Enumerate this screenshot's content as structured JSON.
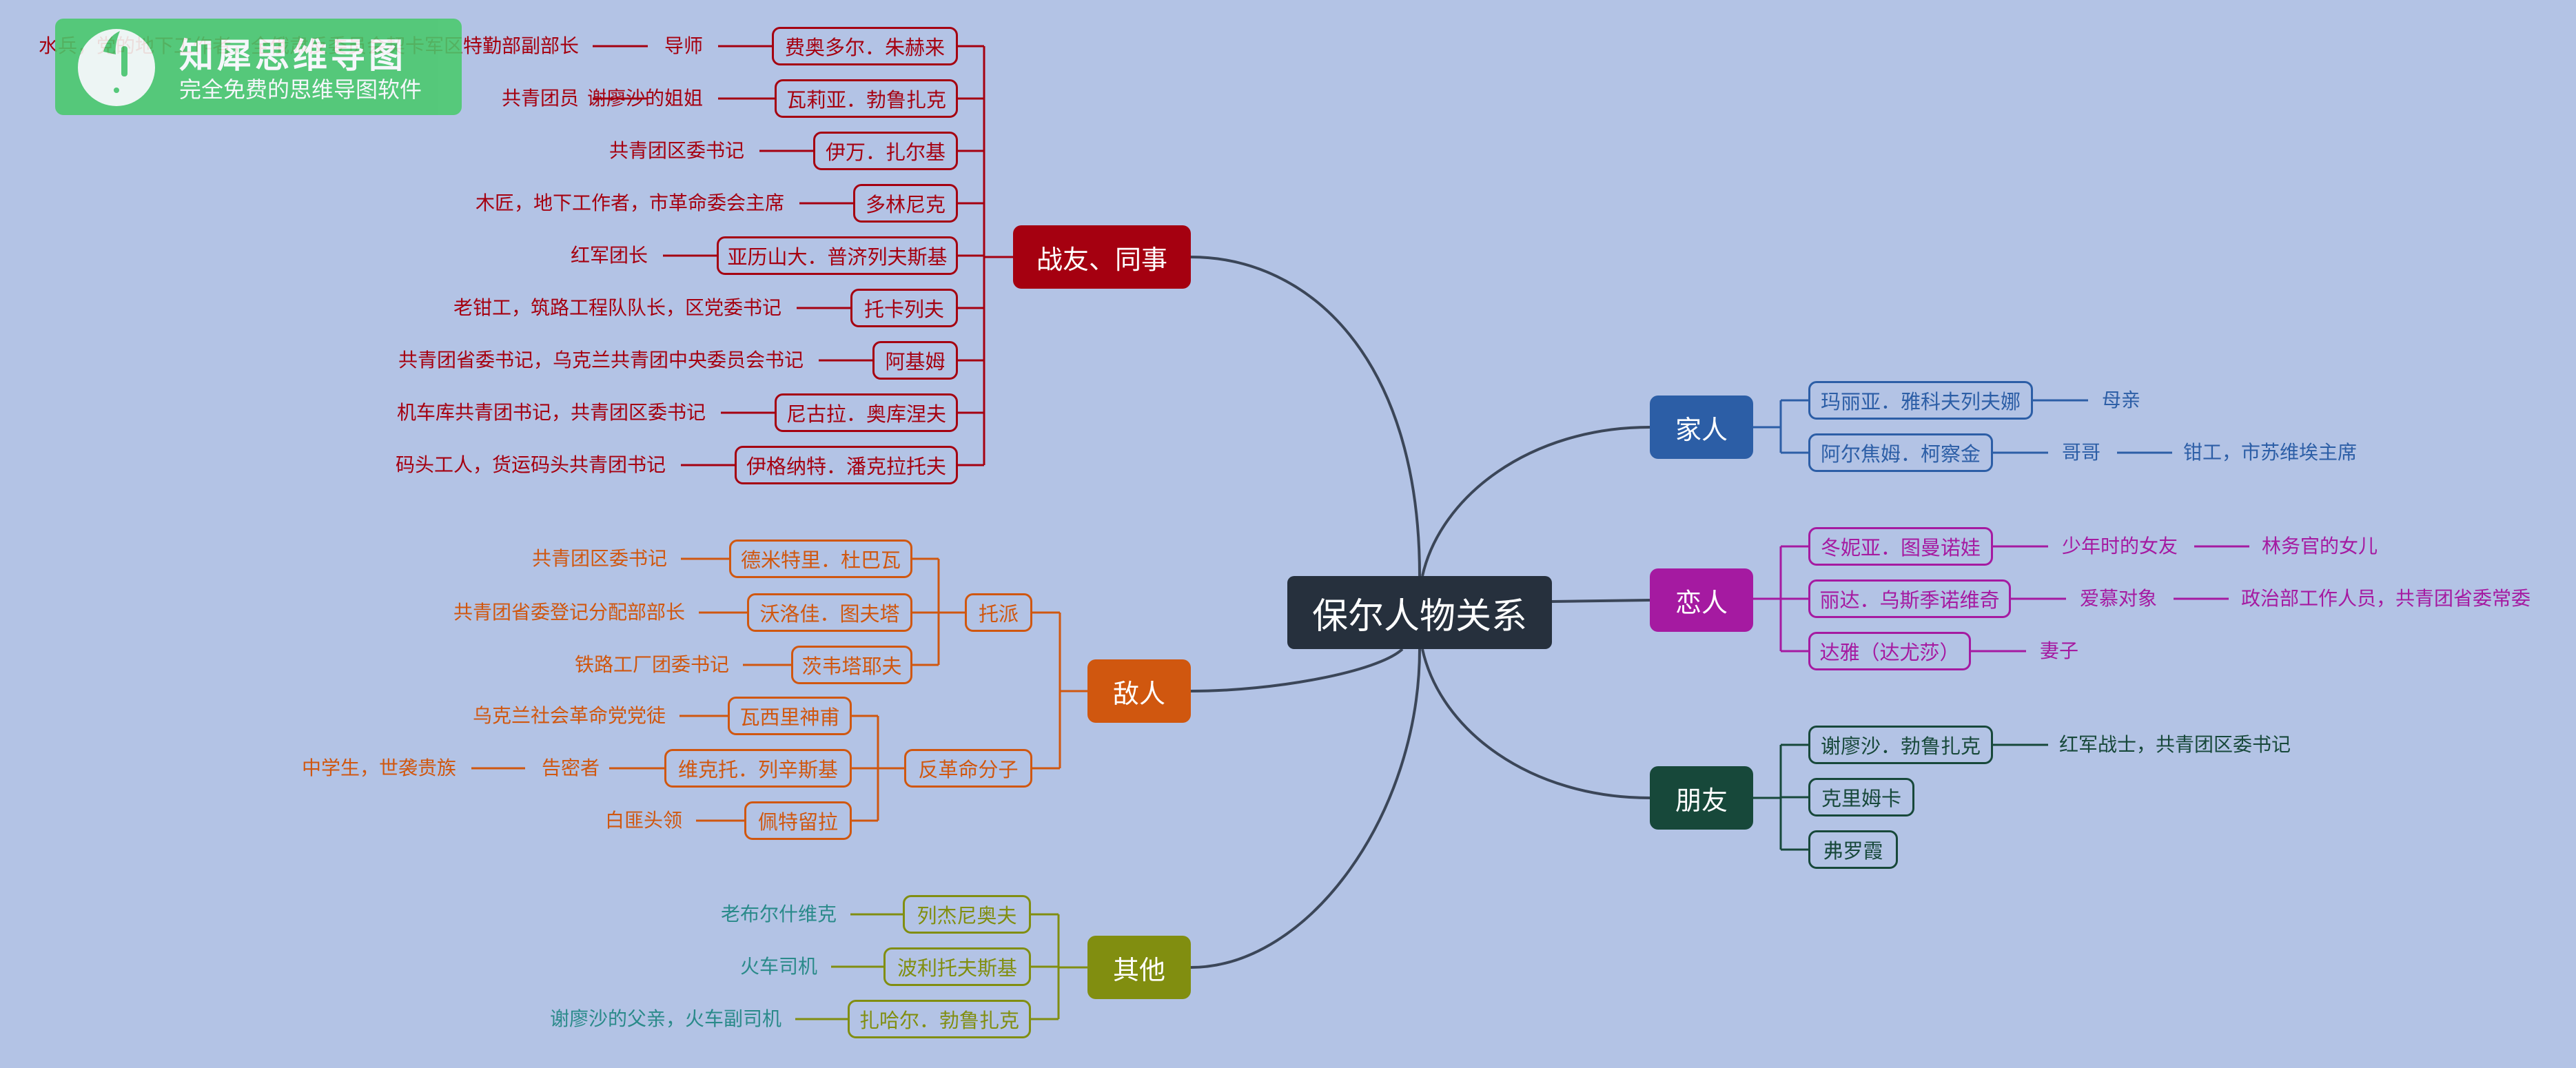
{
  "watermark": {
    "title": "知犀思维导图",
    "subtitle": "完全免费的思维导图软件"
  },
  "root": {
    "label": "保尔人物关系"
  },
  "colors": {
    "root_bg": "#26303d",
    "line": "#3b4658",
    "comrades": "#a50010",
    "enemies": "#d0570f",
    "others": "#818e10",
    "others_text": "#2a8a8a",
    "family": "#2c5ea6",
    "lovers": "#a51aa1",
    "friends": "#17483a"
  },
  "branches": {
    "comrades": {
      "label": "战友、同事",
      "items": [
        {
          "name": "费奥多尔．朱赫来",
          "role": "导师",
          "desc": "水兵，党的地下工作者，全俄肃反委员会契卡军区特勤部副部长"
        },
        {
          "name": "瓦莉亚．勃鲁扎克",
          "role": "谢廖沙的姐姐",
          "desc": "共青团员"
        },
        {
          "name": "伊万．扎尔基",
          "desc": "共青团区委书记"
        },
        {
          "name": "多林尼克",
          "desc": "木匠，地下工作者，市革命委会主席"
        },
        {
          "name": "亚历山大．普济列夫斯基",
          "desc": "红军团长"
        },
        {
          "name": "托卡列夫",
          "desc": "老钳工，筑路工程队队长，区党委书记"
        },
        {
          "name": "阿基姆",
          "desc": "共青团省委书记，乌克兰共青团中央委员会书记"
        },
        {
          "name": "尼古拉．奥库涅夫",
          "desc": "机车库共青团书记，共青团区委书记"
        },
        {
          "name": "伊格纳特．潘克拉托夫",
          "desc": "码头工人，货运码头共青团书记"
        }
      ]
    },
    "enemies": {
      "label": "敌人",
      "groups": [
        {
          "label": "托派",
          "items": [
            {
              "name": "德米特里．杜巴瓦",
              "desc": "共青团区委书记"
            },
            {
              "name": "沃洛佳．图夫塔",
              "desc": "共青团省委登记分配部部长"
            },
            {
              "name": "茨韦塔耶夫",
              "desc": "铁路工厂团委书记"
            }
          ]
        },
        {
          "label": "反革命分子",
          "items": [
            {
              "name": "瓦西里神甫",
              "desc": "乌克兰社会革命党党徒"
            },
            {
              "name": "维克托．列辛斯基",
              "role": "告密者",
              "desc": "中学生，世袭贵族"
            },
            {
              "name": "佩特留拉",
              "desc": "白匪头领"
            }
          ]
        }
      ]
    },
    "others": {
      "label": "其他",
      "items": [
        {
          "name": "列杰尼奥夫",
          "desc": "老布尔什维克"
        },
        {
          "name": "波利托夫斯基",
          "desc": "火车司机"
        },
        {
          "name": "扎哈尔．勃鲁扎克",
          "desc": "谢廖沙的父亲，火车副司机"
        }
      ]
    },
    "family": {
      "label": "家人",
      "items": [
        {
          "name": "玛丽亚．雅科夫列夫娜",
          "role": "母亲"
        },
        {
          "name": "阿尔焦姆．柯察金",
          "role": "哥哥",
          "desc": "钳工，市苏维埃主席"
        }
      ]
    },
    "lovers": {
      "label": "恋人",
      "items": [
        {
          "name": "冬妮亚．图曼诺娃",
          "role": "少年时的女友",
          "desc": "林务官的女儿"
        },
        {
          "name": "丽达．乌斯季诺维奇",
          "role": "爱慕对象",
          "desc": "政治部工作人员，共青团省委常委"
        },
        {
          "name": "达雅（达尤莎）",
          "role": "妻子"
        }
      ]
    },
    "friends": {
      "label": "朋友",
      "items": [
        {
          "name": "谢廖沙．勃鲁扎克",
          "role": "红军战士，共青团区委书记"
        },
        {
          "name": "克里姆卡"
        },
        {
          "name": "弗罗霞"
        }
      ]
    }
  }
}
